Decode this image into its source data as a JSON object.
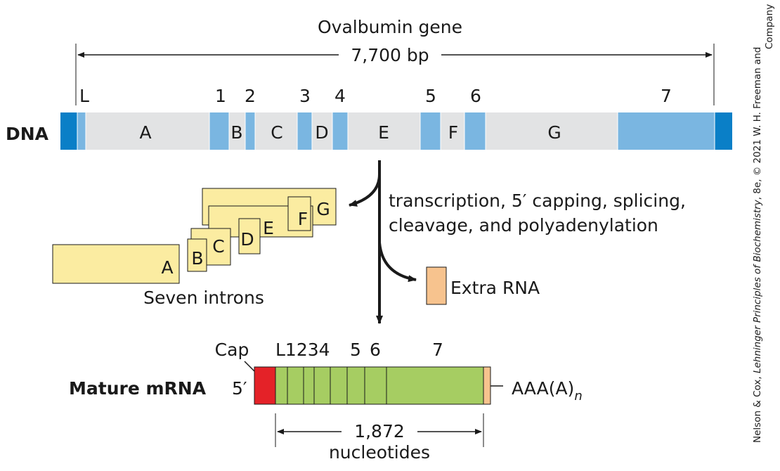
{
  "title": "Ovalbumin gene",
  "gene_length": "7,700 bp",
  "dna_label": "DNA",
  "exon_labels": [
    "L",
    "1",
    "2",
    "3",
    "4",
    "5",
    "6",
    "7"
  ],
  "intron_labels": [
    "A",
    "B",
    "C",
    "D",
    "E",
    "F",
    "G"
  ],
  "process_line1": "transcription, 5′ capping, splicing,",
  "process_line2": "cleavage, and polyadenylation",
  "extra_rna": "Extra RNA",
  "introns_caption": "Seven introns",
  "mrna_label": "Mature mRNA",
  "five_prime": "5′",
  "cap_label": "Cap",
  "mrna_exons": "L1234",
  "mrna_exon5": "5",
  "mrna_exon6": "6",
  "mrna_exon7": "7",
  "poly_a": "AAA(A)",
  "poly_a_sub": "n",
  "mrna_length": "1,872",
  "mrna_unit": "nucleotides",
  "credit_line1": "Nelson & Cox, ",
  "credit_book": "Lehninger Principles of Biochemistry",
  "credit_line1b": ", 8e, © 2021 W. H. Freeman and",
  "credit_line2": "Company",
  "colors": {
    "dna_end": "#0a7fc7",
    "exon": "#7ab6e1",
    "intron": "#e2e3e4",
    "intron_loop": "#fbeca1",
    "mrna_exon": "#a6cd62",
    "cap": "#e42228",
    "extra_rna": "#f7c38e"
  }
}
